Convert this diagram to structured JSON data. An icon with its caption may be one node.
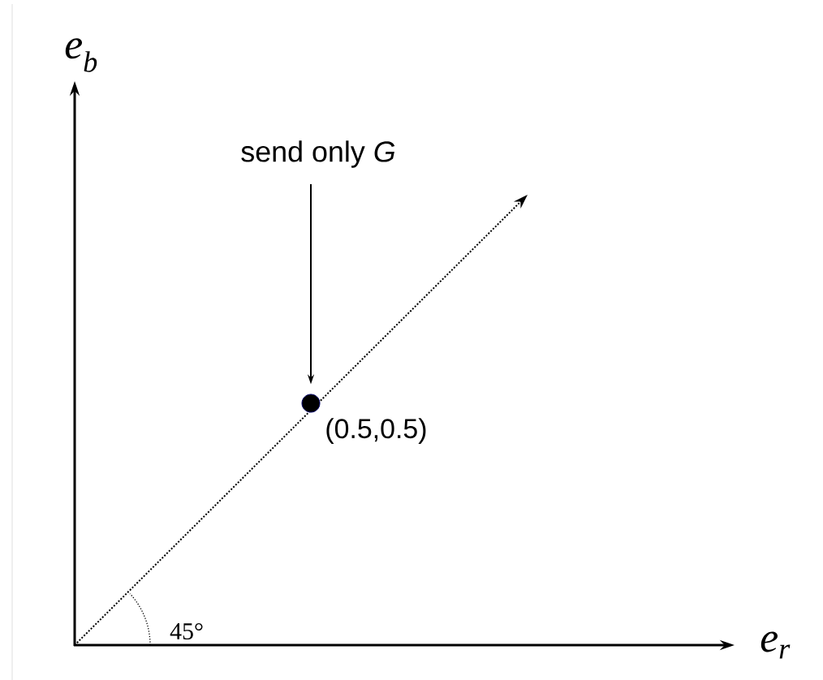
{
  "diagram": {
    "nodes": [
      {
        "text": [
          "send only *G*"
        ]
      },
      {
        "text": [],
        "shape": "circle",
        "beside": [
          "(0.5,0.5)"
        ]
      }
    ],
    "edges": [
      {
        "from": 0,
        "to": 1,
        "arrow": "to"
      }
    ],
    "labels": [
      "e$_{b}$",
      "45°",
      "e$_{r}$"
    ]
  }
}
